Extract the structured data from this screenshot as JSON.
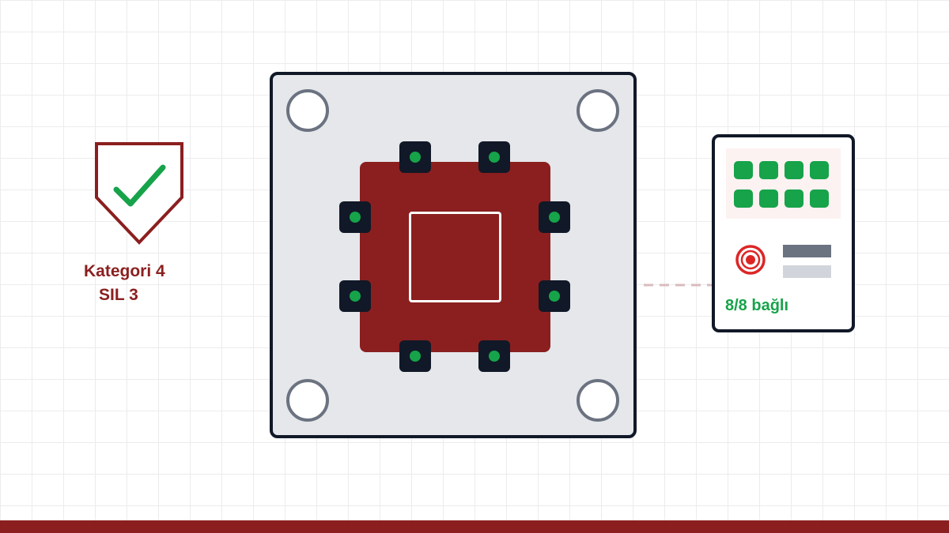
{
  "colors": {
    "accent_red": "#8b1f1f",
    "ok_green": "#16a34a",
    "outline_dark": "#111827",
    "plate_grey": "#e5e7eb",
    "hole_border": "#6b7280"
  },
  "badge": {
    "icon": "shield-check-icon",
    "category_label": "Kategori 4",
    "sil_label": "SIL 3"
  },
  "plate": {
    "mount_holes": 4,
    "pins": 8,
    "pins_ok": 8
  },
  "status_card": {
    "indicator_count": 8,
    "indicator_state": "all-green",
    "target_icon": "target-icon",
    "status_text": "8/8 bağlı"
  }
}
